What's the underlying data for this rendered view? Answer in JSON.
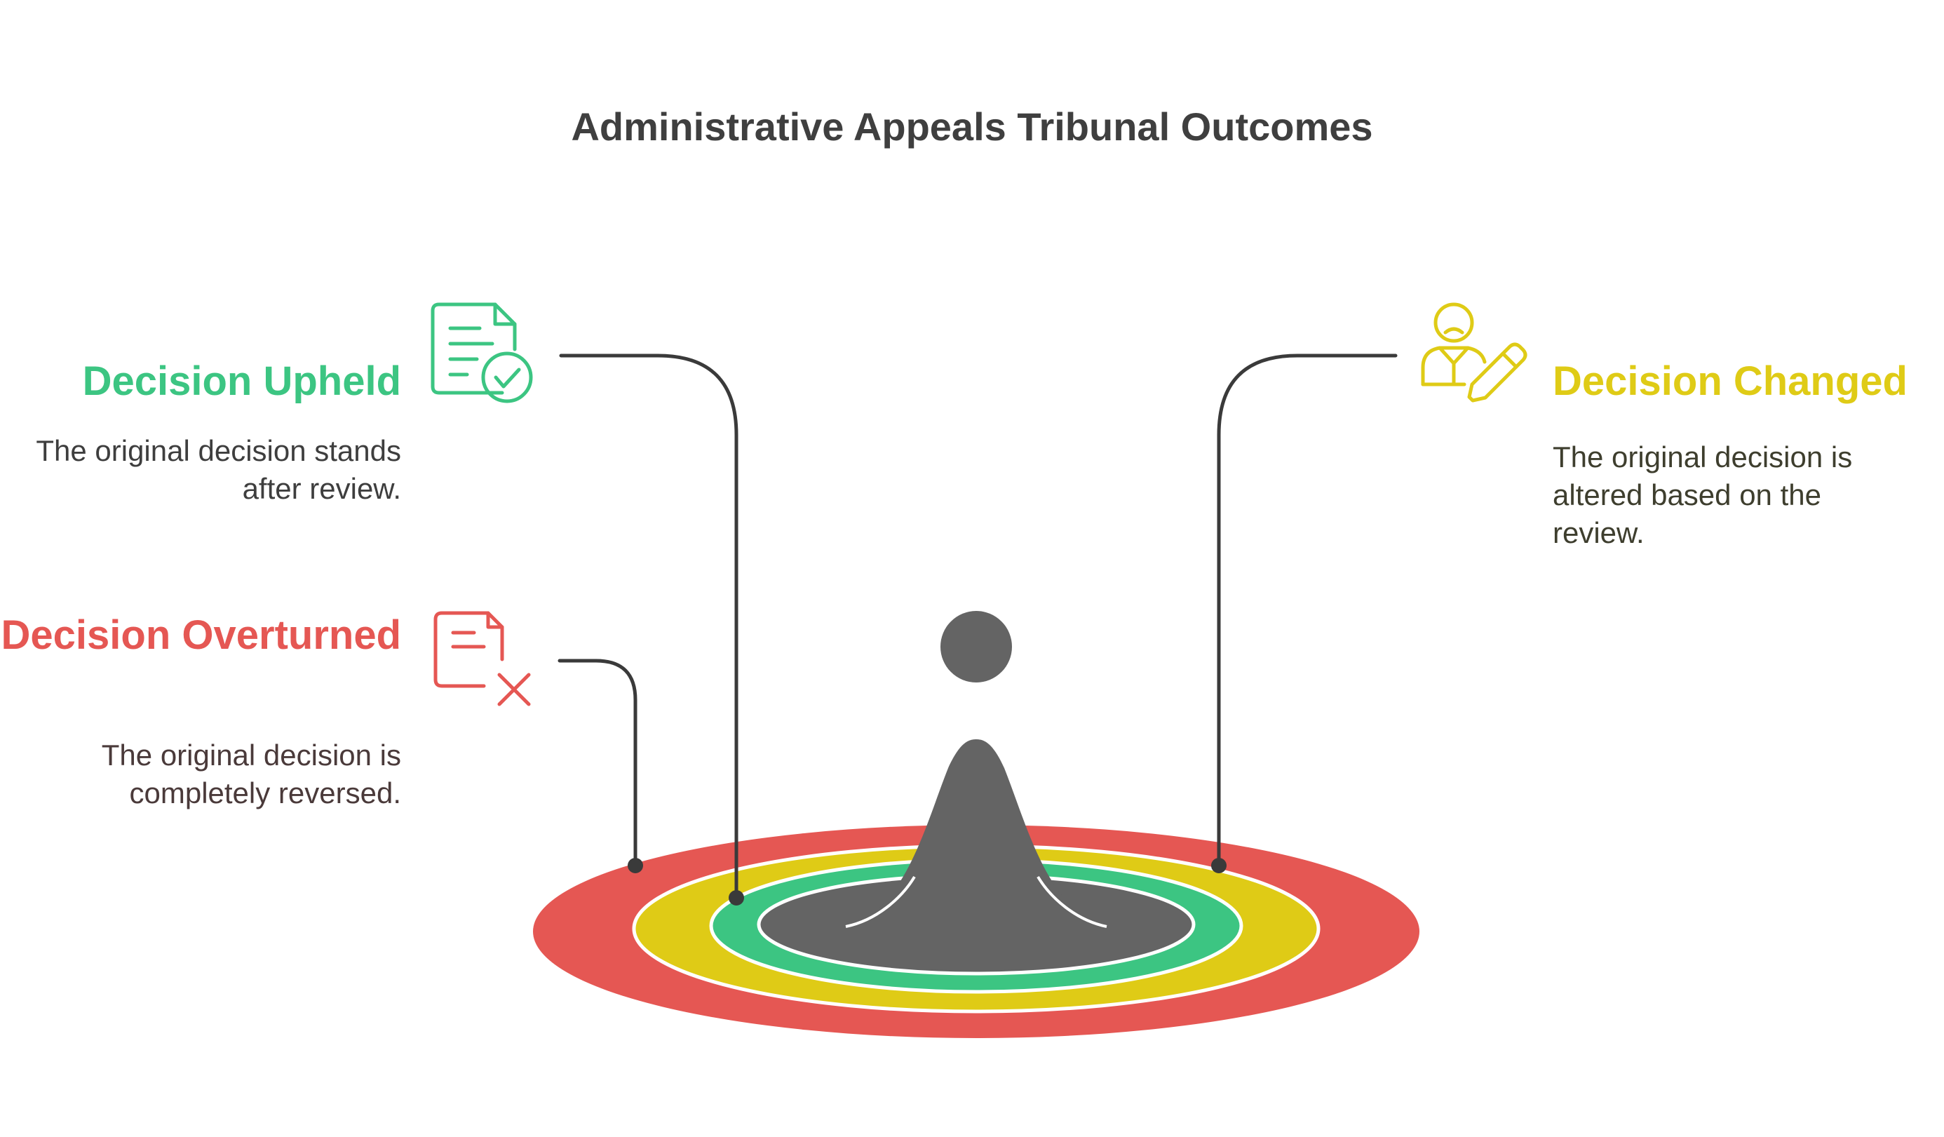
{
  "title": "Administrative Appeals Tribunal Outcomes",
  "outcomes": {
    "upheld": {
      "heading": "Decision Upheld",
      "description": "The original decision stands after review.",
      "color": "#3cc582",
      "icon": "document-check-icon"
    },
    "overturned": {
      "heading": "Decision Overturned",
      "description": "The original decision is completely reversed.",
      "color": "#e55753",
      "icon": "document-x-icon"
    },
    "changed": {
      "heading": "Decision Changed",
      "description": "The original decision is altered based on the review.",
      "color": "#dfcb16",
      "icon": "person-pencil-icon"
    }
  },
  "colors": {
    "figure": "#646464",
    "connector": "#3a3a3a",
    "title": "#3f3f3f"
  }
}
